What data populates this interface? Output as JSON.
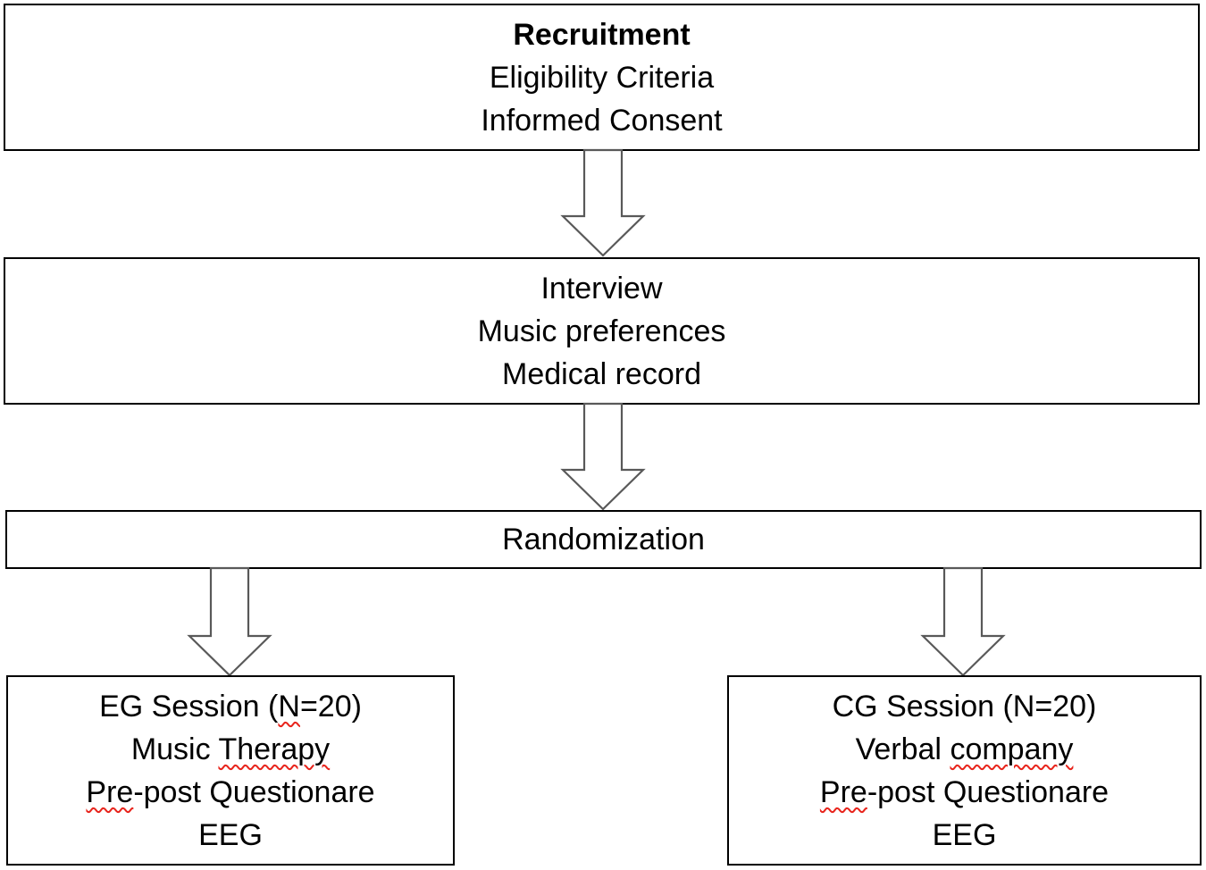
{
  "recruitment": {
    "title": "Recruitment",
    "lines": [
      "Eligibility Criteria",
      "Informed Consent"
    ]
  },
  "interview": {
    "lines": [
      "Interview",
      "Music preferences",
      "Medical record"
    ]
  },
  "randomization": {
    "label": "Randomization"
  },
  "eg_session": {
    "title_prefix": "EG Session (",
    "title_flagged": "N",
    "title_suffix": "=20)",
    "line2_prefix": "Music ",
    "line2_flagged": "Therapy",
    "line3_flagged": "Pre",
    "line3_suffix": "-post Questionare",
    "line4": "EEG"
  },
  "cg_session": {
    "title": "CG Session (N=20)",
    "line2_prefix": "Verbal ",
    "line2_flagged": "company",
    "line3_flagged": "Pre",
    "line3_suffix": "-post Questionare",
    "line4": "EEG"
  },
  "colors": {
    "border": "#000000",
    "arrow_stroke": "#595959",
    "spellcheck_underline": "#e8241c"
  }
}
